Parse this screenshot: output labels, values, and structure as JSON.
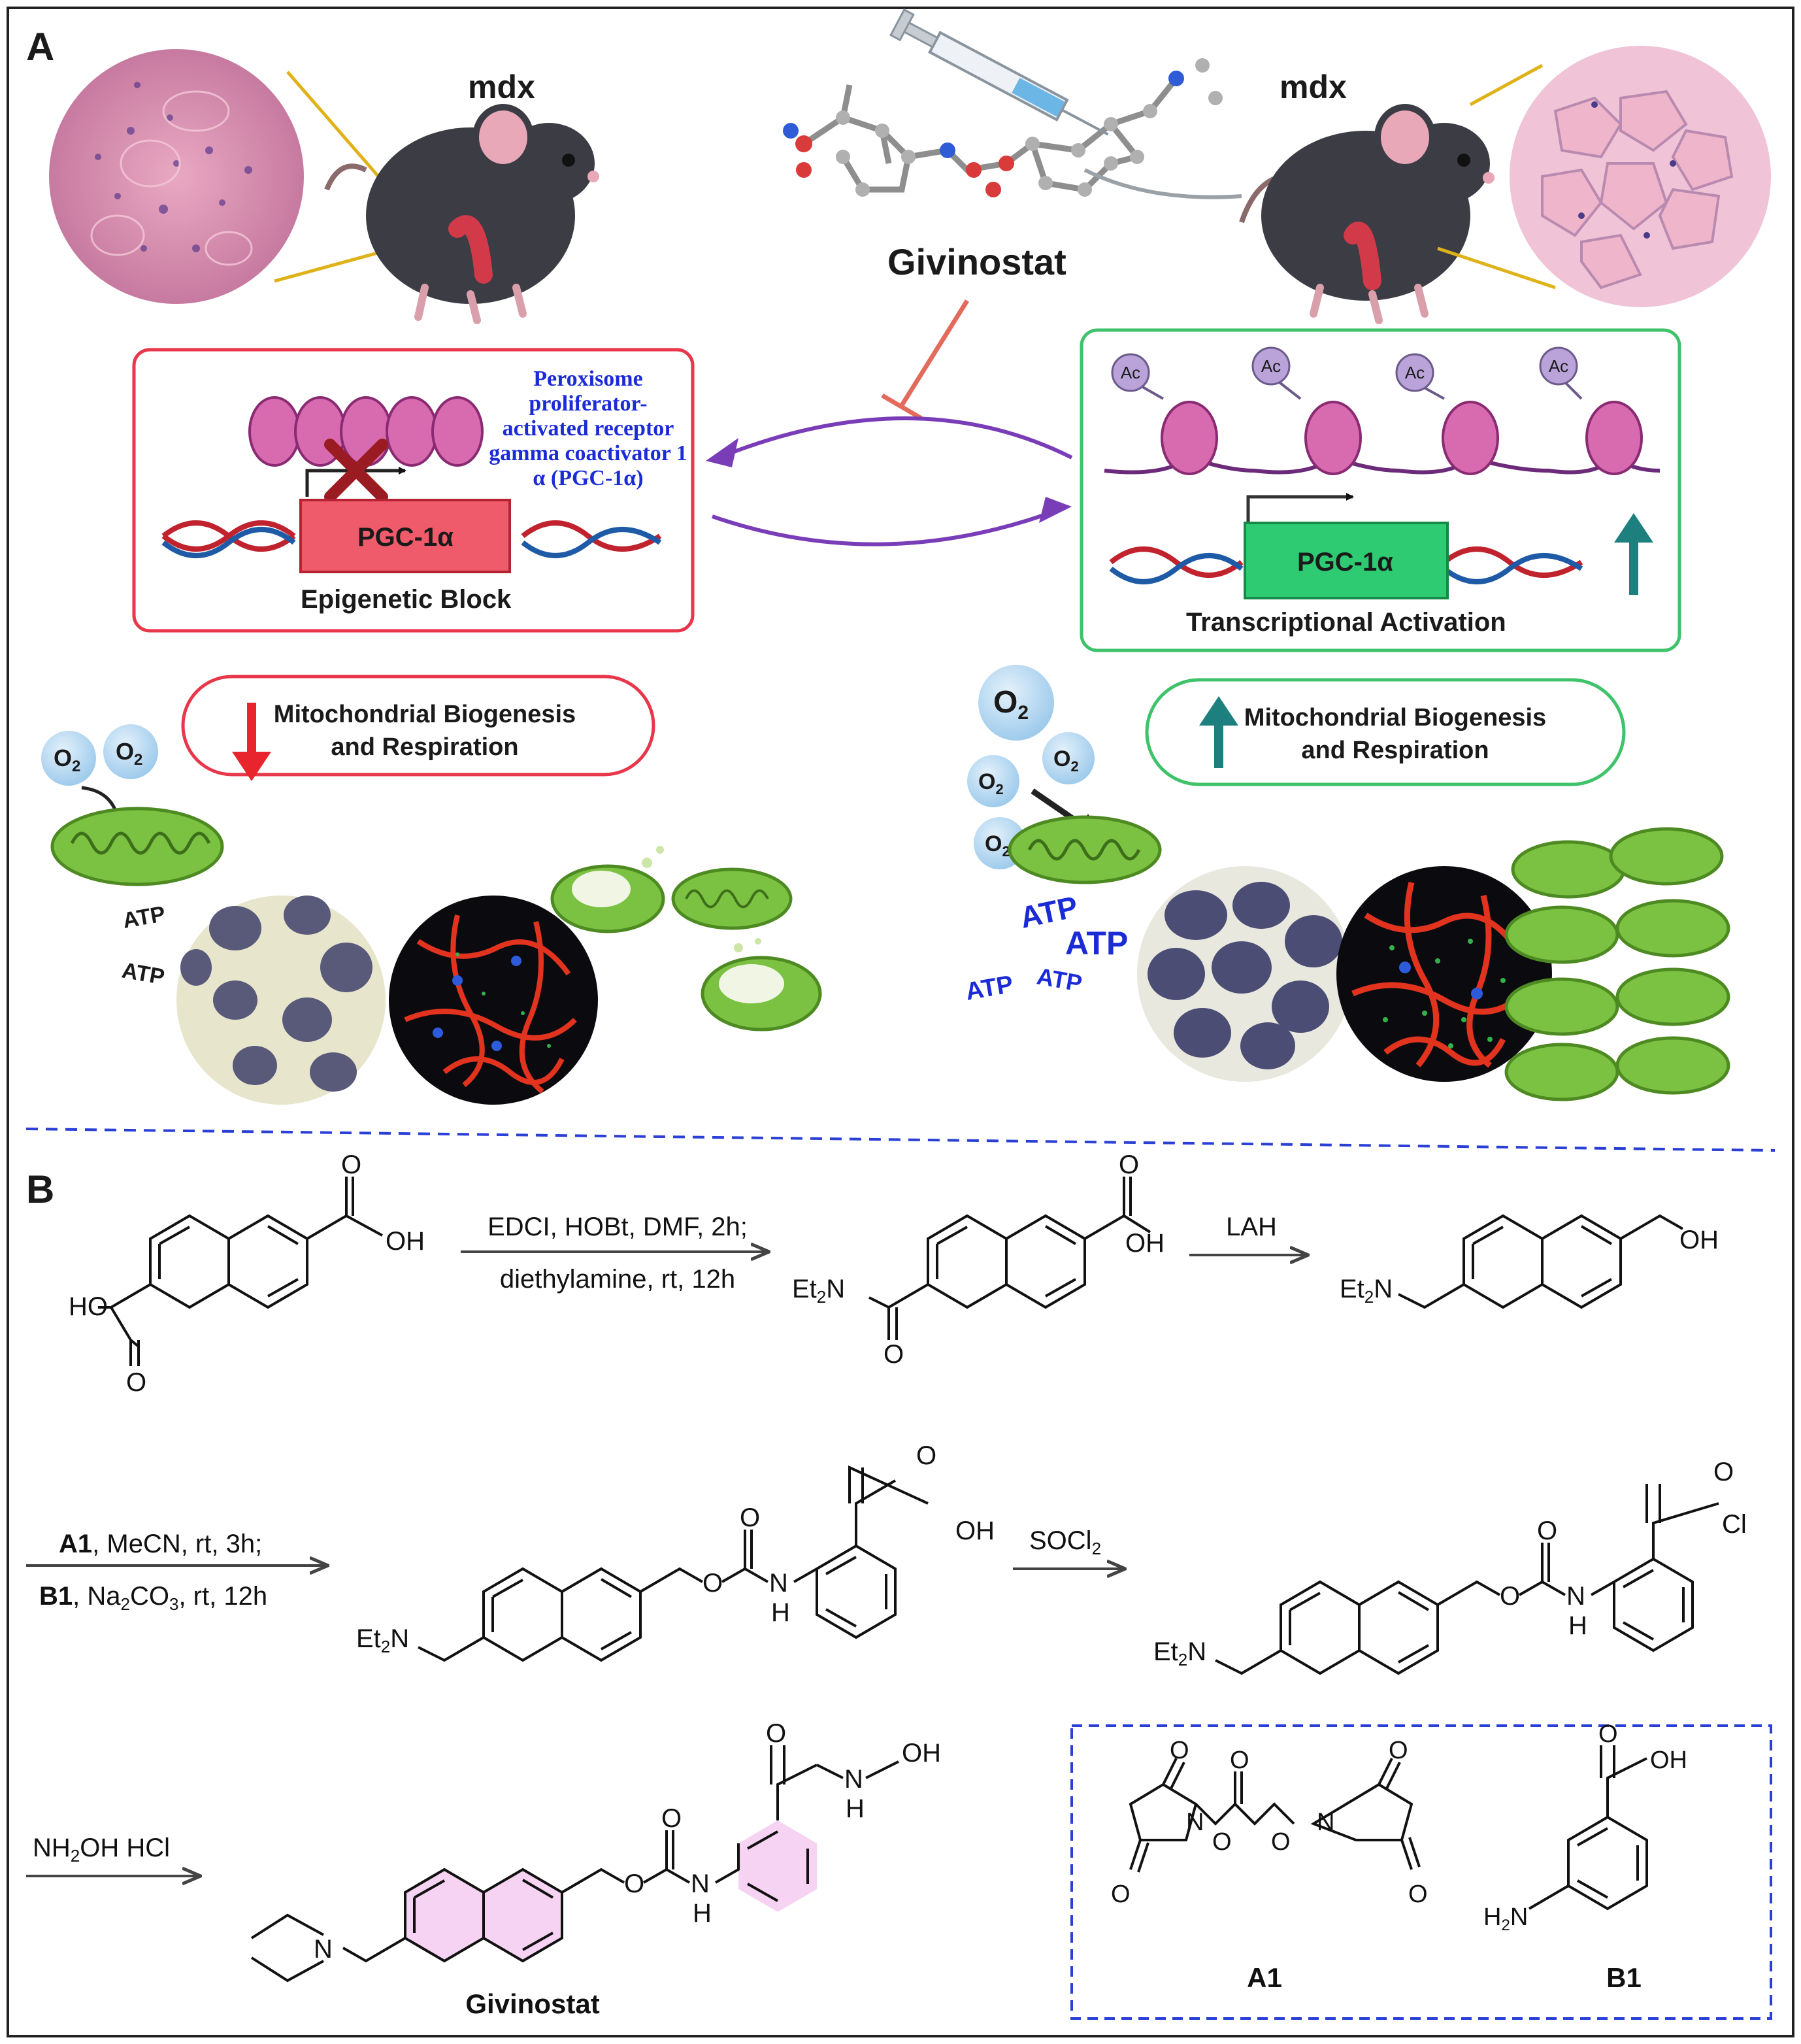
{
  "panelA": {
    "label": "A",
    "mouse_left": "mdx",
    "mouse_right": "mdx",
    "drug": "Givinostat",
    "peroxisome": [
      "Peroxisome",
      "proliferator-",
      "activated receptor",
      "gamma coactivator 1",
      "α (PGC-1α)"
    ],
    "gene_left": "PGC-1α",
    "gene_right": "PGC-1α",
    "block_caption": "Epigenetic Block",
    "activation_caption": "Transcriptional Activation",
    "ac": "Ac",
    "mito_left": [
      "Mitochondrial Biogenesis",
      "and Respiration"
    ],
    "mito_right": [
      "Mitochondrial  Biogenesis",
      "and Respiration"
    ],
    "o2": "O",
    "o2_sub": "2",
    "atp": "ATP",
    "colors": {
      "red_box": "#e8364a",
      "green_box": "#3ec26a",
      "purple_arrow": "#7a3db8",
      "gene_red": "#ef5b6a",
      "gene_green": "#2ecb73",
      "teal_arrow": "#1e7f7f",
      "mito_green": "#7cc242"
    }
  },
  "panelB": {
    "label": "B",
    "step1": [
      "EDCI, HOBt, DMF, 2h;",
      "diethylamine, rt, 12h"
    ],
    "step2": "LAH",
    "step3": {
      "a1": "A1",
      "a1_rest": ", MeCN, rt, 3h;",
      "b1": "B1",
      "b1_rest_pre": ", Na",
      "b1_sub2": "2",
      "b1_co": "CO",
      "b1_sub3": "3",
      "b1_rest_post": ", rt, 12h"
    },
    "step4": {
      "socl": "SOCl",
      "sub": "2"
    },
    "step5": {
      "nh": "NH",
      "sub": "2",
      "rest": "OH  HCl"
    },
    "atoms": {
      "ho": "HO",
      "oh": "OH",
      "o": "O",
      "et": "Et",
      "et_sub": "2",
      "n": "N",
      "h": "H",
      "cl": "Cl",
      "h2n_h": "H",
      "h2n_n": "N"
    },
    "product": "Givinostat",
    "reagent_a": "A1",
    "reagent_b": "B1"
  }
}
